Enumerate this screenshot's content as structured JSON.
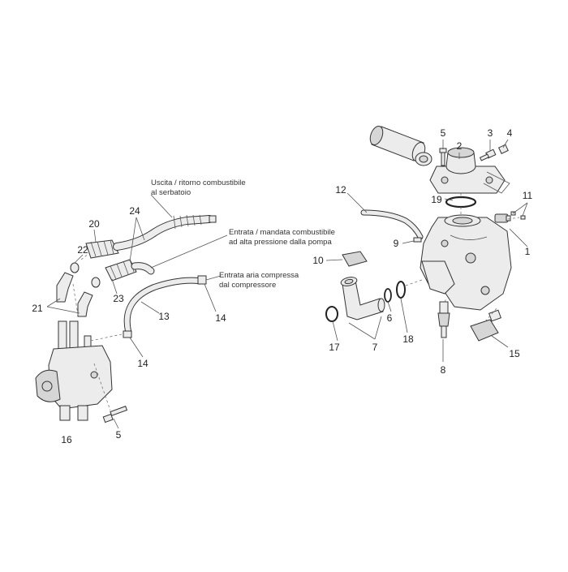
{
  "captions": {
    "return": [
      "Uscita / ritorno combustibile",
      "al serbatoio"
    ],
    "supply": [
      "Entrata / mandata combustibile",
      "ad  alta pressione dalla pompa"
    ],
    "air": [
      "Entrata aria compressa",
      "dal compressore"
    ]
  },
  "callouts": {
    "p1": "1",
    "p2": "2",
    "p3": "3",
    "p4": "4",
    "p5a": "5",
    "p5b": "5",
    "p6": "6",
    "p7": "7",
    "p8": "8",
    "p9": "9",
    "p10": "10",
    "p11": "11",
    "p12": "12",
    "p13": "13",
    "p14a": "14",
    "p14b": "14",
    "p15": "15",
    "p16": "16",
    "p17": "17",
    "p18": "18",
    "p19": "19",
    "p20": "20",
    "p21": "21",
    "p22": "22",
    "p23": "23",
    "p24": "24"
  }
}
